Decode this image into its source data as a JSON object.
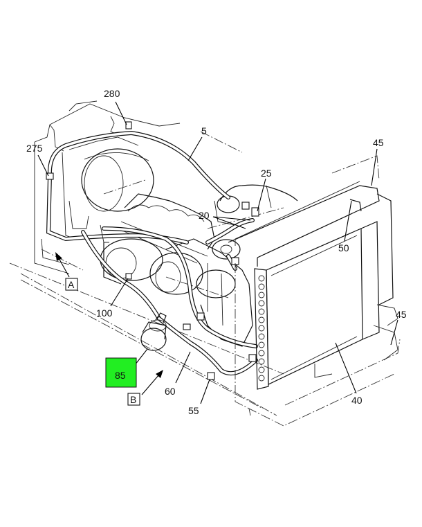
{
  "callouts": [
    {
      "id": "c280",
      "text": "280"
    },
    {
      "id": "c5",
      "text": "5"
    },
    {
      "id": "c275",
      "text": "275"
    },
    {
      "id": "c45a",
      "text": "45"
    },
    {
      "id": "c25",
      "text": "25"
    },
    {
      "id": "c20",
      "text": "20"
    },
    {
      "id": "c50",
      "text": "50"
    },
    {
      "id": "c100",
      "text": "100"
    },
    {
      "id": "c45b",
      "text": "45"
    },
    {
      "id": "c85",
      "text": "85"
    },
    {
      "id": "c60",
      "text": "60"
    },
    {
      "id": "c40",
      "text": "40"
    },
    {
      "id": "c55",
      "text": "55"
    }
  ],
  "views": [
    {
      "id": "vA",
      "text": "A"
    },
    {
      "id": "vB",
      "text": "B"
    }
  ],
  "colors": {
    "highlight": "#22ee22",
    "line": "#111111",
    "background": "#ffffff"
  }
}
